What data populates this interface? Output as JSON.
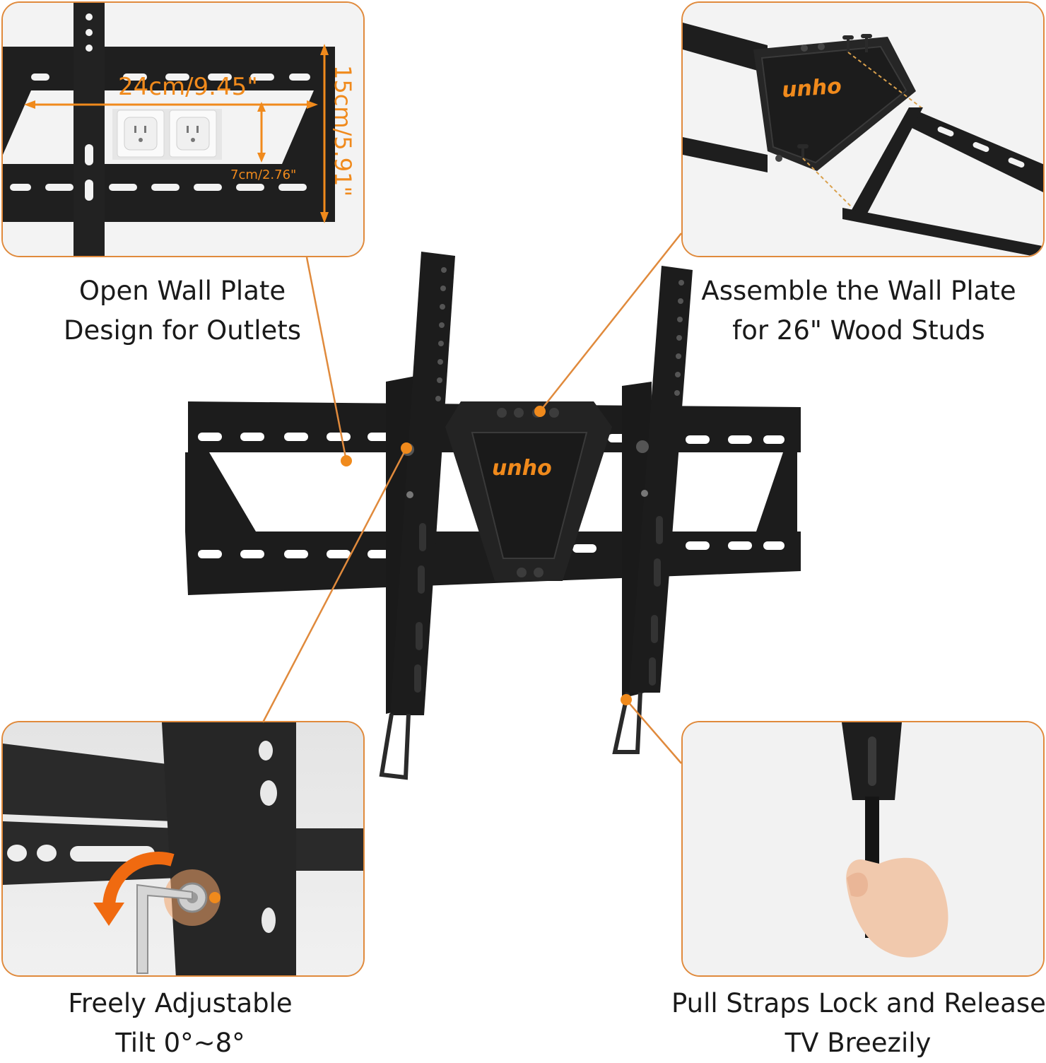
{
  "brand": {
    "logo_text": "unho",
    "accent_color": "#f08a1c",
    "border_color": "#e08a3c",
    "metal_color": "#1c1c1c"
  },
  "features": {
    "outlets": {
      "line1": "Open Wall Plate",
      "line2": "Design for Outlets"
    },
    "studs": {
      "line1": "Assemble the Wall Plate",
      "line2": "for 26\" Wood Studs"
    },
    "tilt": {
      "line1": "Freely Adjustable",
      "line2": "Tilt 0°~8°"
    },
    "straps": {
      "line1": "Pull Straps Lock and Release",
      "line2": "TV Breezily"
    }
  },
  "dimensions": {
    "width_label": "24cm/9.45\"",
    "height_label": "15cm/5.91\"",
    "gap_label": "7cm/2.76\""
  }
}
